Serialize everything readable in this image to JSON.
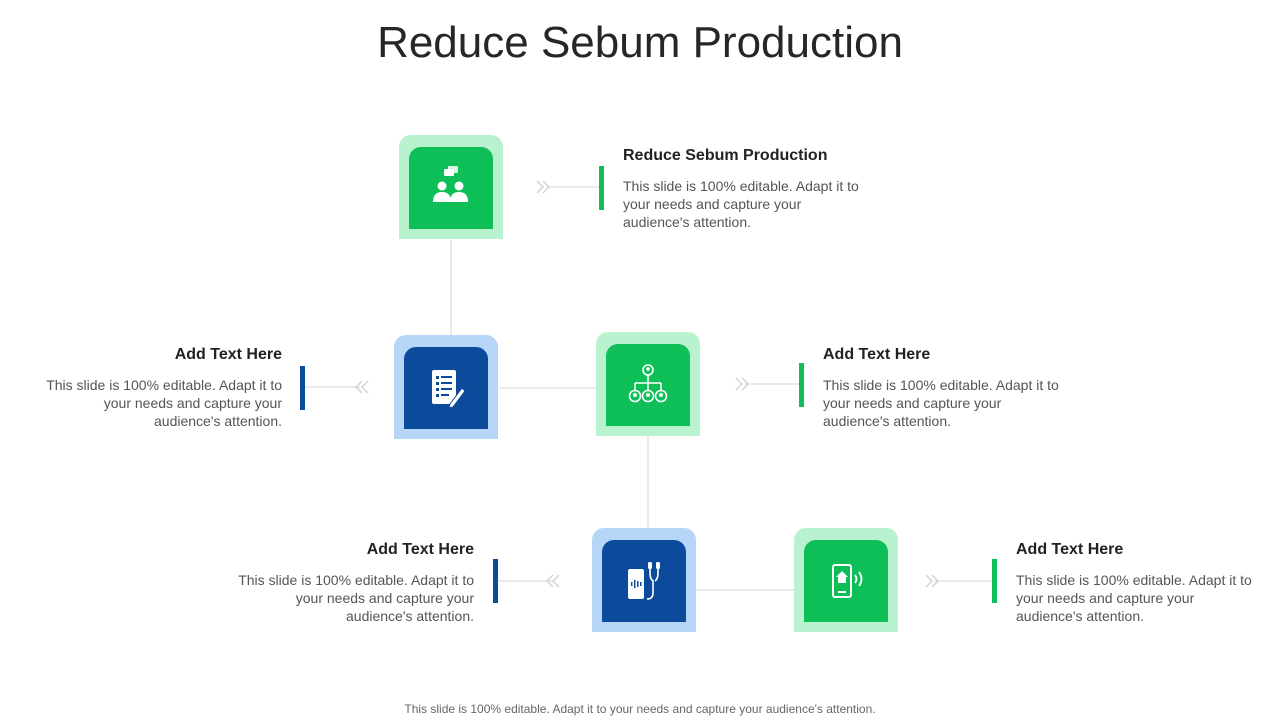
{
  "title": "Reduce Sebum Production",
  "footer": "This slide is 100% editable. Adapt it to your needs and capture your audience's attention.",
  "colors": {
    "green": "#0dbf56",
    "green_light": "#b9f2cf",
    "blue": "#0c4a9c",
    "blue_light": "#b7d6f7"
  },
  "items": [
    {
      "heading": "Reduce Sebum Production",
      "body": "This slide is 100% editable. Adapt it to your needs and capture your audience's attention.",
      "icon": "people-chat-icon"
    },
    {
      "heading": "Add Text Here",
      "body": "This slide is 100% editable. Adapt it to your needs and capture your audience's attention.",
      "icon": "checklist-edit-icon"
    },
    {
      "heading": "Add Text Here",
      "body": "This slide is 100% editable. Adapt it to your needs and capture your audience's attention.",
      "icon": "org-chart-icon"
    },
    {
      "heading": "Add Text Here",
      "body": "This slide is 100% editable. Adapt it to your needs and capture your audience's attention.",
      "icon": "phone-earphones-icon"
    },
    {
      "heading": "Add Text Here",
      "body": "This slide is 100% editable. Adapt it to your needs and capture your audience's attention.",
      "icon": "smart-home-phone-icon"
    }
  ]
}
